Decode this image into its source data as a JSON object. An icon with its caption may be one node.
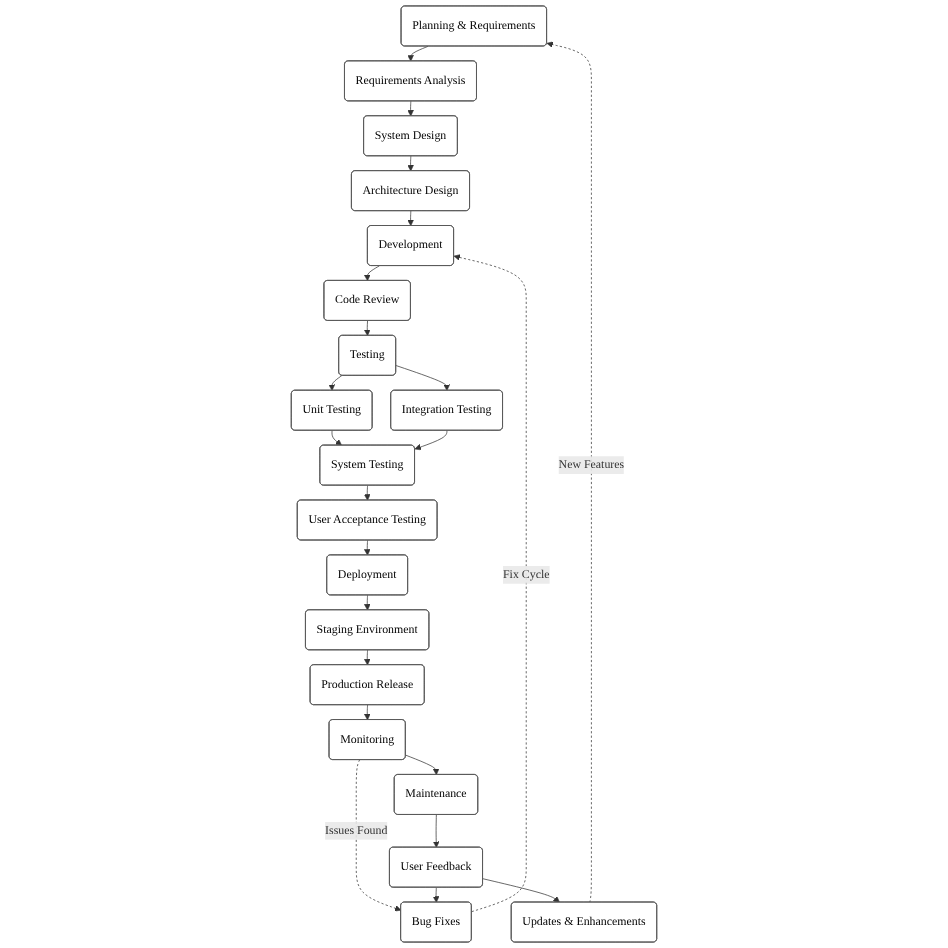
{
  "diagram": {
    "nodes": [
      {
        "text": [
          "Planning & Requirements"
        ]
      },
      {
        "text": [
          "Requirements Analysis"
        ]
      },
      {
        "text": [
          "System Design"
        ]
      },
      {
        "text": [
          "Architecture Design"
        ]
      },
      {
        "text": [
          "Development"
        ]
      },
      {
        "text": [
          "Code Review"
        ]
      },
      {
        "text": [
          "Testing"
        ]
      },
      {
        "text": [
          "Unit Testing"
        ]
      },
      {
        "text": [
          "Integration Testing"
        ]
      },
      {
        "text": [
          "System Testing"
        ]
      },
      {
        "text": [
          "User Acceptance Testing"
        ]
      },
      {
        "text": [
          "Deployment"
        ]
      },
      {
        "text": [
          "Staging Environment"
        ]
      },
      {
        "text": [
          "Production Release"
        ]
      },
      {
        "text": [
          "Monitoring"
        ]
      },
      {
        "text": [
          "Maintenance"
        ]
      },
      {
        "text": [
          "User Feedback"
        ]
      },
      {
        "text": [
          "Bug Fixes"
        ]
      },
      {
        "text": [
          "Updates & Enhancements"
        ]
      }
    ],
    "edges": [
      {
        "from": 0,
        "to": 1,
        "arrow": "to"
      },
      {
        "from": 1,
        "to": 2,
        "arrow": "to"
      },
      {
        "from": 2,
        "to": 3,
        "arrow": "to"
      },
      {
        "from": 3,
        "to": 4,
        "arrow": "to"
      },
      {
        "from": 4,
        "to": 5,
        "arrow": "to"
      },
      {
        "from": 5,
        "to": 6,
        "arrow": "to"
      },
      {
        "from": 6,
        "to": 7,
        "arrow": "to"
      },
      {
        "from": 6,
        "to": 8,
        "arrow": "to"
      },
      {
        "from": 7,
        "to": 9,
        "arrow": "to"
      },
      {
        "from": 8,
        "to": 9,
        "arrow": "to"
      },
      {
        "from": 9,
        "to": 10,
        "arrow": "to"
      },
      {
        "from": 10,
        "to": 11,
        "arrow": "to"
      },
      {
        "from": 11,
        "to": 12,
        "arrow": "to"
      },
      {
        "from": 12,
        "to": 13,
        "arrow": "to"
      },
      {
        "from": 13,
        "to": 14,
        "arrow": "to"
      },
      {
        "from": 14,
        "to": 15,
        "arrow": "to"
      },
      {
        "from": 14,
        "to": 17,
        "arrow": "to",
        "label": "Issues Found",
        "style": "dashed"
      },
      {
        "from": 15,
        "to": 16,
        "arrow": "to"
      },
      {
        "from": 16,
        "to": 17,
        "arrow": "to"
      },
      {
        "from": 16,
        "to": 18,
        "arrow": "to"
      },
      {
        "from": 17,
        "to": 4,
        "arrow": "to",
        "label": "Fix Cycle",
        "style": "dashed"
      },
      {
        "from": 18,
        "to": 0,
        "arrow": "to",
        "label": "New Features",
        "style": "dashed"
      }
    ]
  }
}
